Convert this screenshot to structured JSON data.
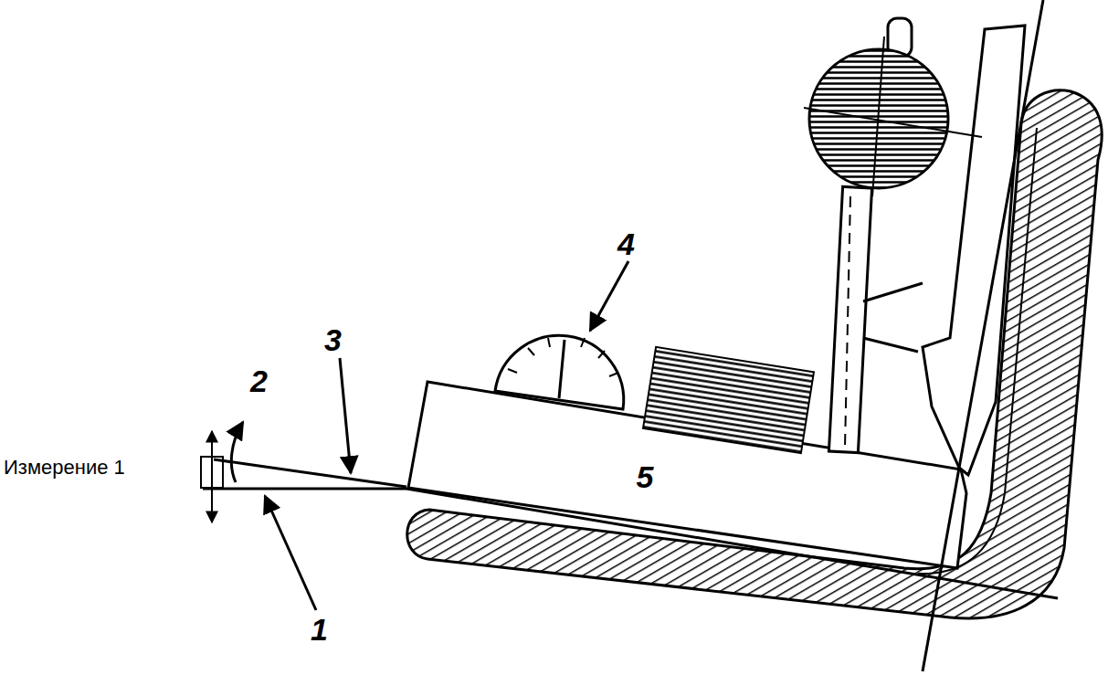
{
  "diagram": {
    "nodes": [
      {
        "text": [
          "5"
        ]
      }
    ],
    "edges": [],
    "labels": [
      "4",
      "3",
      "2",
      "Измерение 1",
      "1"
    ]
  }
}
